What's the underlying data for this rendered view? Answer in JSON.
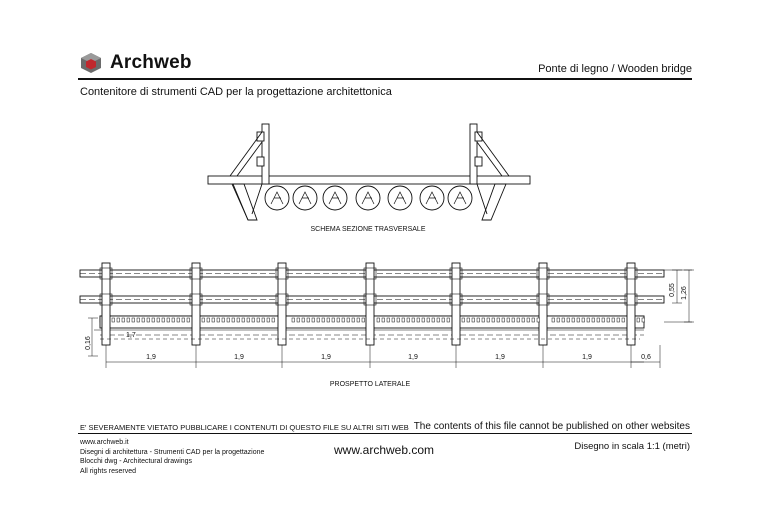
{
  "header": {
    "brand": "Archweb",
    "drawing_title": "Ponte di legno  /  Wooden bridge",
    "subtitle": "Contenitore di strumenti CAD per la progettazione architettonica"
  },
  "drawing": {
    "section_label": "SCHEMA SEZIONE TRASVERSALE",
    "elevation_label": "PROSPETTO LATERALE",
    "dims_bottom": [
      "1,9",
      "1,9",
      "1,9",
      "1,9",
      "1,9",
      "1,9",
      "0,6"
    ],
    "dim_overall": "1,7",
    "dim_left": "0,16",
    "dim_right_inner": "0,55",
    "dim_right_outer": "1,26"
  },
  "footer": {
    "warning_it": "E' SEVERAMENTE VIETATO PUBBLICARE I CONTENUTI DI QUESTO FILE SU ALTRI SITI WEB",
    "warning_en": "The contents of this file cannot be published on other websites",
    "site": "www.archweb.it",
    "line1": "Disegni di architettura - Strumenti CAD  per la progettazione",
    "line2": "Blocchi dwg - Architectural drawings",
    "line3": "All rights reserved",
    "url": "www.archweb.com",
    "scale": "Disegno in scala 1:1 (metri)"
  }
}
